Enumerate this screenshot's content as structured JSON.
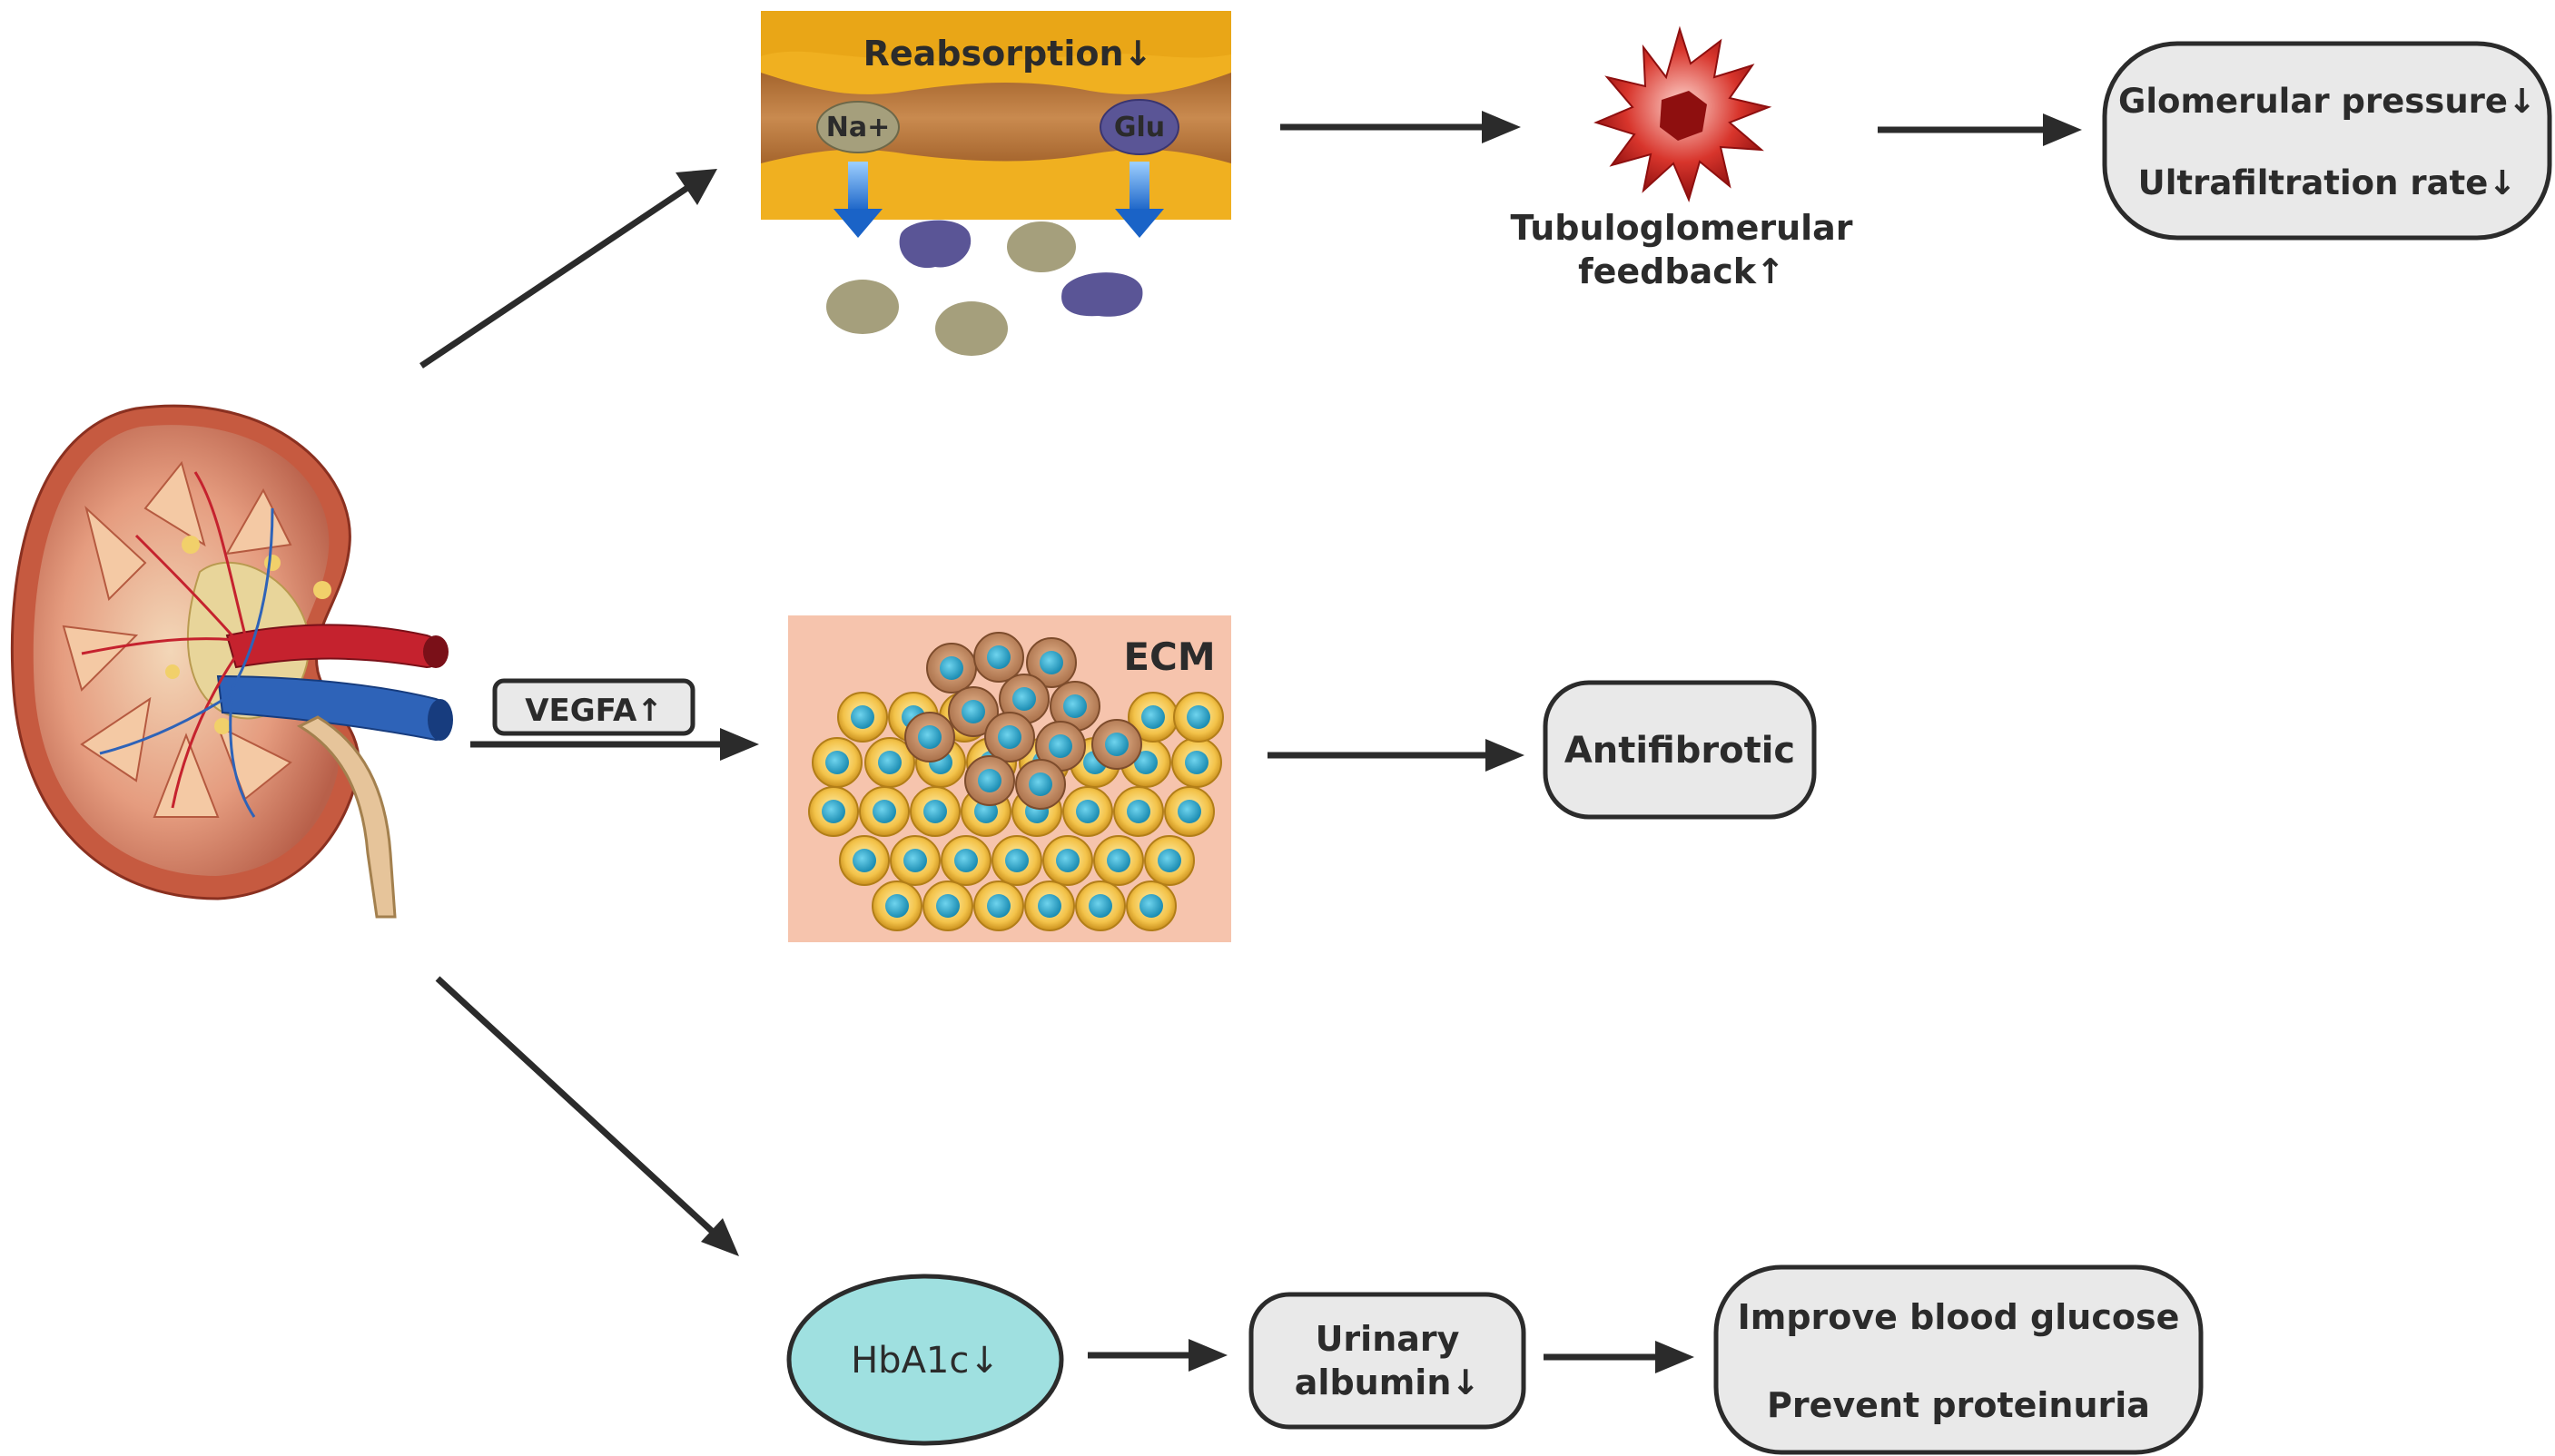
{
  "diagram": {
    "labels": {
      "reabsorption": "Reabsorption↓",
      "sodium": "Na+",
      "glucose": "Glu",
      "tubuloglomerular_line1": "Tubuloglomerular",
      "tubuloglomerular_line2": "feedback↑",
      "ecm": "ECM",
      "vegfa": "VEGFA↑"
    },
    "nodes": {
      "glomerular_box": {
        "line1": "Glomerular pressure↓",
        "line2": "Ultrafiltration rate↓"
      },
      "antifibrotic_box": {
        "text": "Antifibrotic"
      },
      "hba1c_ellipse": {
        "text": "HbA1c↓"
      },
      "urinary_box": {
        "line1": "Urinary",
        "line2": "albumin↓"
      },
      "outcome_box": {
        "line1": "Improve blood glucose",
        "line2": "Prevent proteinuria"
      }
    },
    "colors": {
      "arrow": "#2b2b2b",
      "box_fill": "#e9e9e9",
      "hba1c_fill": "#9fe0e0",
      "ecm_background": "#f6c4ad",
      "tubule_wall": "#f0b020",
      "tubule_lumen": "#b8763a",
      "glucose_molecule": "#5a5596",
      "sodium_molecule": "#a59f7c",
      "down_arrow_blue": "#2f7fd6",
      "kidney_cortex": "#d8826a",
      "artery_red": "#c5222e",
      "vein_blue": "#2e63b8",
      "feedback_red": "#c81a1a"
    },
    "icons": [
      "kidney-illustration",
      "tubule-illustration",
      "macula-densa-illustration",
      "ecm-cells-illustration"
    ]
  }
}
